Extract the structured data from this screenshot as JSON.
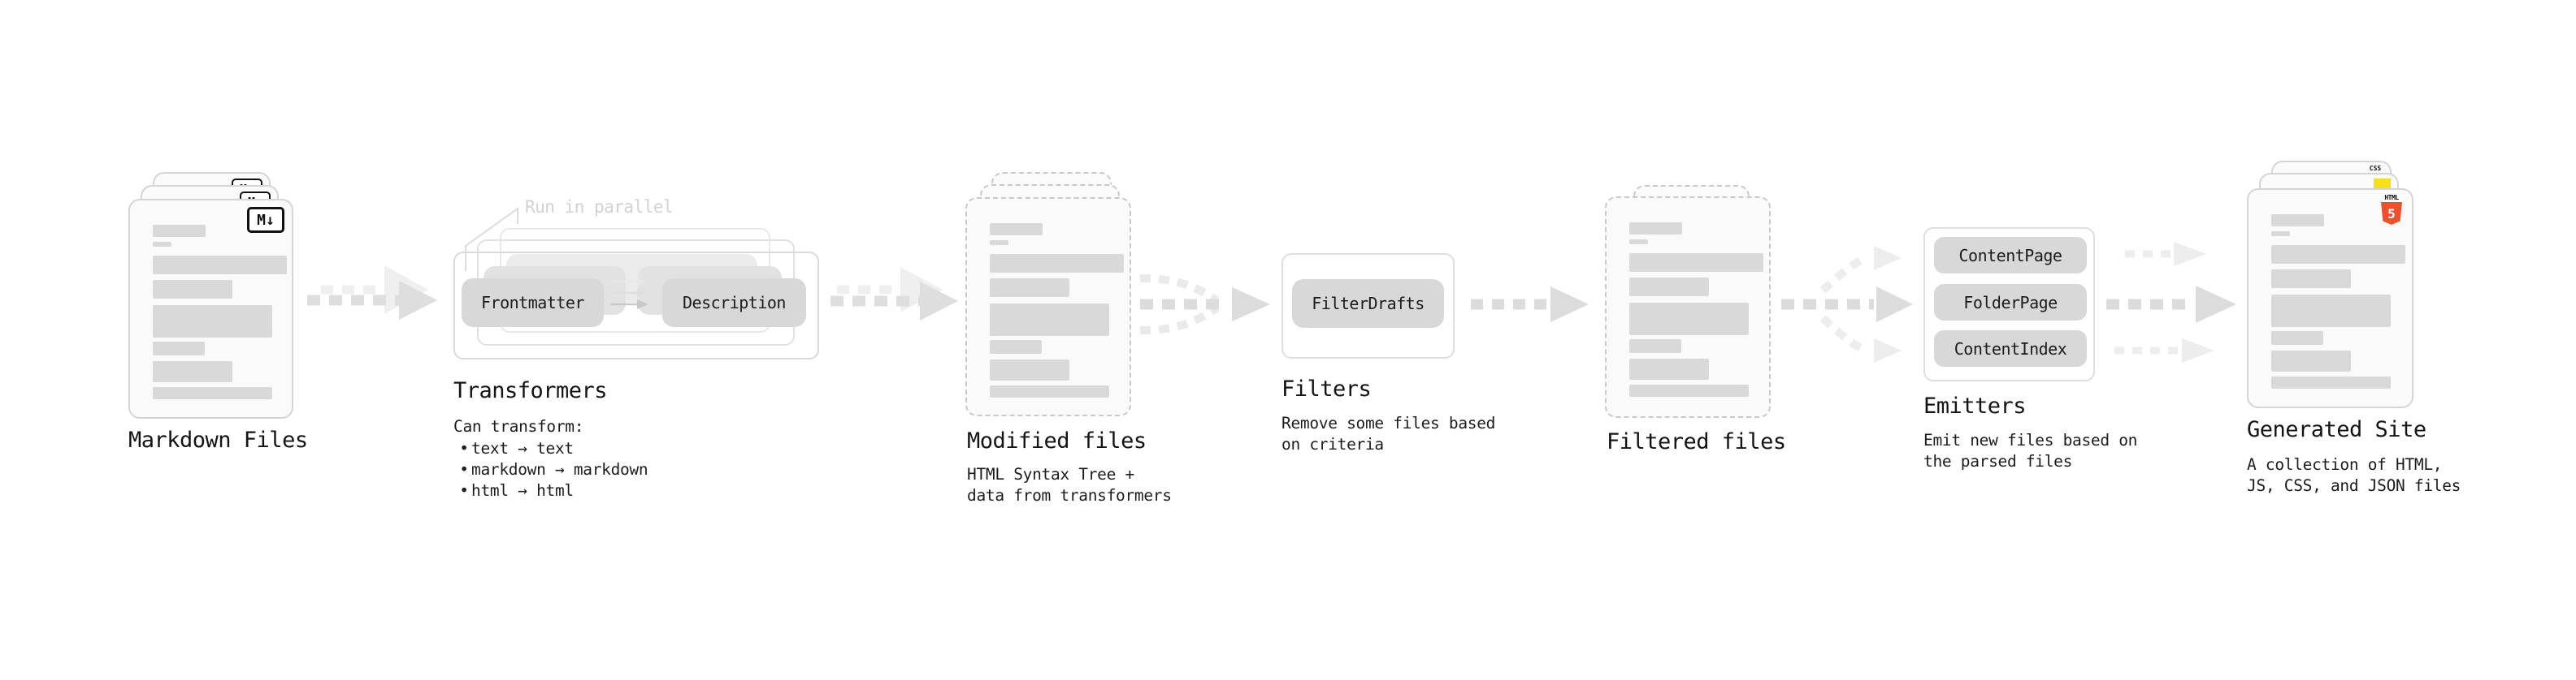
{
  "stages": {
    "markdown": {
      "label": "Markdown Files"
    },
    "transformers": {
      "label": "Transformers",
      "annotation": "Run in parallel",
      "pill_left": "Frontmatter",
      "pill_right": "Description",
      "desc_title": "Can transform:",
      "bullet_glyph": "•",
      "bullets": [
        "text → text",
        "markdown → markdown",
        "html → html"
      ]
    },
    "modified": {
      "label": "Modified files",
      "desc": [
        "HTML Syntax Tree +",
        "data from transformers"
      ]
    },
    "filters": {
      "label": "Filters",
      "pill": "FilterDrafts",
      "desc": [
        "Remove some files based",
        "on criteria"
      ]
    },
    "filtered": {
      "label": "Filtered files"
    },
    "emitters": {
      "label": "Emitters",
      "pills": [
        "ContentPage",
        "FolderPage",
        "ContentIndex"
      ],
      "desc": [
        "Emit new files based on",
        "the parsed files"
      ]
    },
    "generated": {
      "label": "Generated Site",
      "desc": [
        "A collection of HTML,",
        "JS, CSS, and JSON files"
      ]
    }
  },
  "icons": {
    "markdown_badge": "M↓",
    "css_label": "CSS",
    "html_label": "HTML",
    "html_number": "5"
  },
  "colors": {
    "html5_orange": "#e8522c",
    "js_yellow": "#f7df1e",
    "css_blue": "#2965f1",
    "arrow_main": "#dedede",
    "arrow_ghost": "#efefef"
  },
  "placeholder_bars": [
    {
      "w": 65,
      "h": 15,
      "mb": 6
    },
    {
      "w": 23,
      "h": 6,
      "mb": 11
    },
    {
      "w": 165,
      "h": 23,
      "mb": 7
    },
    {
      "w": 98,
      "h": 23,
      "mb": 8
    },
    {
      "w": 147,
      "h": 40,
      "mb": 5
    },
    {
      "w": 64,
      "h": 17,
      "mb": 7
    },
    {
      "w": 98,
      "h": 26,
      "mb": 6
    },
    {
      "w": 147,
      "h": 15,
      "mb": 0
    }
  ]
}
